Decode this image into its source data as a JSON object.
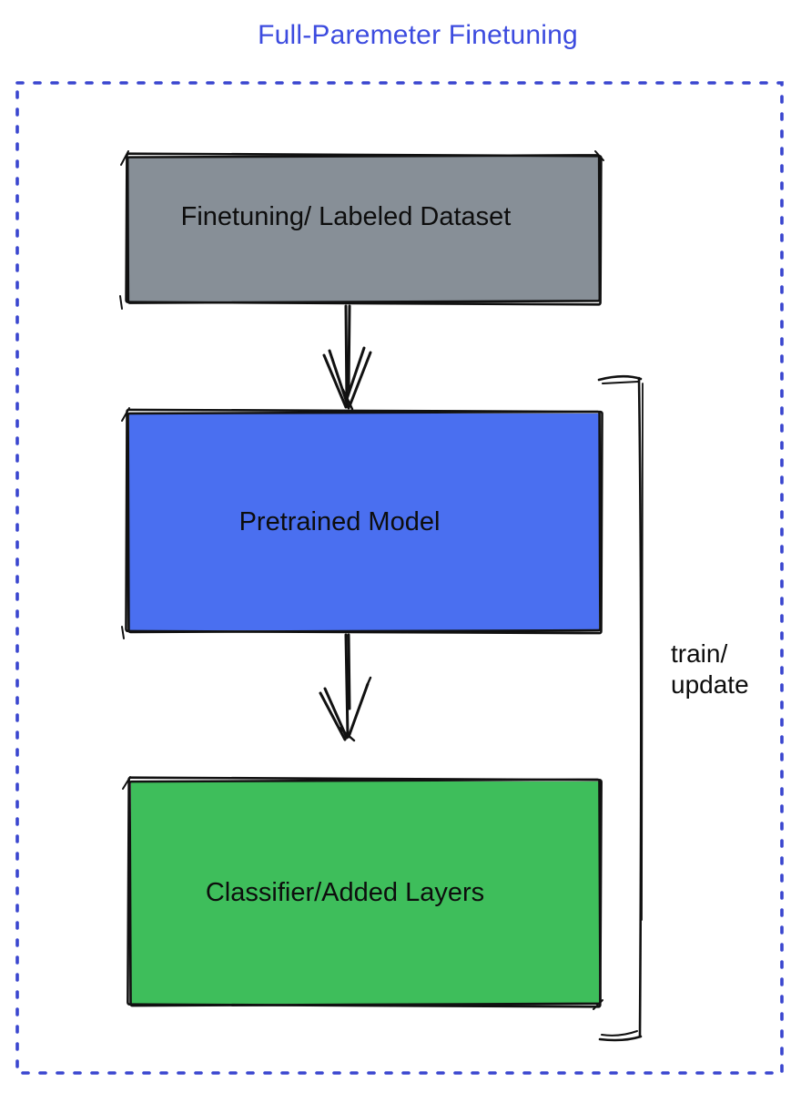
{
  "title": "Full-Paremeter Finetuning",
  "colors": {
    "title_blue": "#3c4bdf",
    "boundary_blue": "#3a46cf",
    "ink": "#111111",
    "node_gray": "#878f97",
    "node_blue": "#4a6ff0",
    "node_green": "#3ebe5b"
  },
  "diagram": {
    "nodes": [
      {
        "id": "finetuning-dataset",
        "label": "Finetuning/ Labeled Dataset",
        "fill": "#878f97"
      },
      {
        "id": "pretrained-model",
        "label": "Pretrained Model",
        "fill": "#4a6ff0"
      },
      {
        "id": "classifier-added-layers",
        "label": "Classifier/Added Layers",
        "fill": "#3ebe5b"
      }
    ],
    "edges": [
      {
        "from": "finetuning-dataset",
        "to": "pretrained-model",
        "type": "arrow-down"
      },
      {
        "from": "pretrained-model",
        "to": "classifier-added-layers",
        "type": "arrow-down"
      }
    ],
    "bracket_label": "train/\nupdate"
  }
}
